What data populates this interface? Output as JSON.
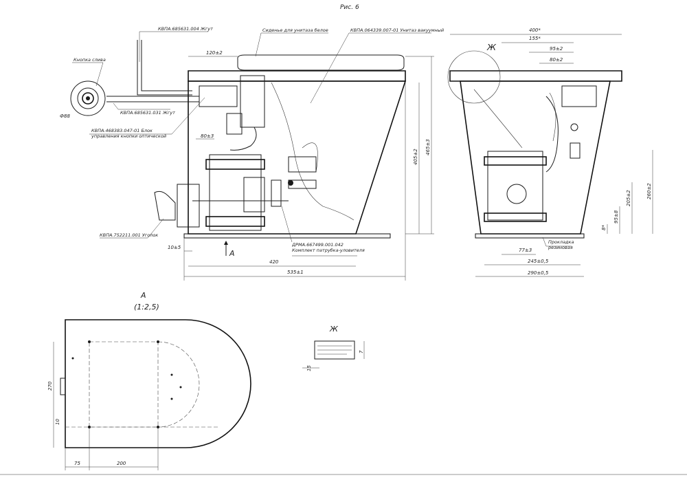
{
  "figure_title": "Рис. 6",
  "view_a": {
    "label": "А",
    "scale": "(1:2,5)"
  },
  "view_zh": {
    "label": "Ж"
  },
  "callouts": {
    "harness1": "КВПА.685631.004 Жгут",
    "seat": "Сиденье для унитаза белое",
    "toilet": "КВПА.064339.007-01 Унитаз вакуумный",
    "button": "Кнопка слива",
    "harness2": "КВПА.685631.031 Жгут",
    "control": "КВПА.468383.047-01 Блок управления кнопки оптической",
    "elbow": "КВПА.752211.001 Уголок",
    "pipe_kit": "ДРМА.667499.001.042 Комплект патрубка-уловителя",
    "gasket": "Прокладка резиновая",
    "zh_mark": "Ж",
    "a_arrow": "А"
  },
  "dims_side": {
    "d120": "120±2",
    "d88": "Ф88",
    "d80": "80±3",
    "d10": "10±5",
    "d420": "420",
    "d535": "535±1",
    "d405": "405±2",
    "d465": "465±3"
  },
  "dims_front": {
    "d400": "400*",
    "d155": "155*",
    "d95": "95±2",
    "d80": "80±2",
    "d77": "77±3",
    "d245": "245±0,5",
    "d290": "290±0,5",
    "d260": "260±2",
    "d205": "205±2",
    "d95b": "95±8",
    "d8": "8*"
  },
  "dims_base": {
    "d270": "270",
    "d10": "10",
    "d75": "75",
    "d200": "200"
  },
  "dims_zh": {
    "d7": "7",
    "d15": "15"
  }
}
